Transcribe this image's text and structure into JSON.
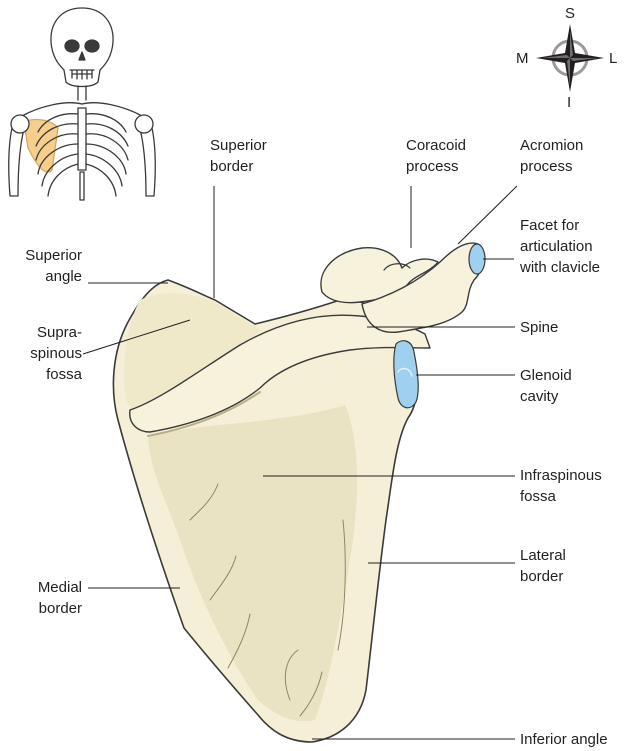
{
  "labels": {
    "superior_border": "Superior\nborder",
    "coracoid_process": "Coracoid\nprocess",
    "acromion_process": "Acromion\nprocess",
    "facet_for_clavicle": "Facet for\narticulation\nwith clavicle",
    "superior_angle": "Superior\nangle",
    "supraspinous_fossa": "Supra-\nspinous\nfossa",
    "spine": "Spine",
    "glenoid_cavity": "Glenoid\ncavity",
    "infraspinous_fossa": "Infraspinous\nfossa",
    "lateral_border": "Lateral\nborder",
    "medial_border": "Medial\nborder",
    "inferior_angle": "Inferior angle"
  },
  "compass": {
    "superior": "S",
    "inferior": "I",
    "medial": "M",
    "lateral": "L"
  },
  "colors": {
    "bone_fill": "#f4efd6",
    "bone_shadow": "#e2dab5",
    "bone_outline": "#3a3a3a",
    "cartilage_blue": "#9fd0ef",
    "thumbnail_highlight": "#f6cf8e",
    "leader_line": "#231f20"
  }
}
